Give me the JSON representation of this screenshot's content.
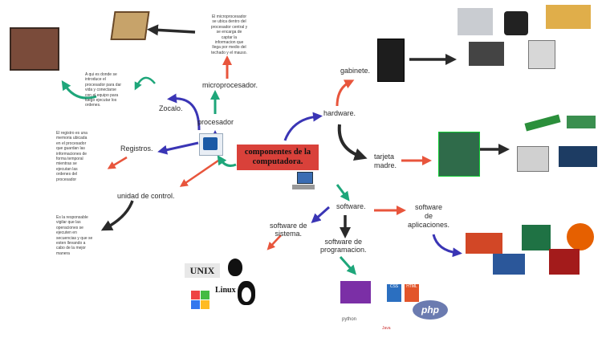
{
  "title": "componentes de la computadora.",
  "nodes": {
    "procesador": "procesador",
    "microprocesador": "microprocesador.",
    "zocalo": "Zocalo.",
    "registros": "Registros.",
    "unidad_control": "unidad de control.",
    "hardware": "hardware.",
    "gabinete": "gabinete.",
    "tarjeta_madre": "tarjeta\nmadre.",
    "software": "software.",
    "software_sistema": "software de\nsistema.",
    "software_programacion": "software de\nprogramacion.",
    "software_aplicaciones": "software\nde\naplicaciones."
  },
  "notes": {
    "microprocesador": "El microprocesador\nse ubica dentro del\nprocesador central y\nse encarga de\ncaptar la\ninformacion que\nllega por medio del\ntechado y el mauso.",
    "zocalo": "A qui es donde se\nintroduce el\nprocesador para dar\nvida y conectarse\ncon el equipo para\nluego ejecutar los\nordenes.",
    "registros": "El registro es una\nmemoria ubicada\nen el procesador\nque guardan las\ninformaciones de\nforma temporal\nmientras se\nejecutan las\nordenes del\nprocesador",
    "unidad_control": "Es la responsable\nvigilar que las\noperaciones se\nejecuten en\nsecuencias y que se\nesten llevando a\ncabo de la mejor\nmanera"
  },
  "logos": {
    "unix": "UNIX",
    "linux": "Linux",
    "php": "php",
    "python": "python",
    "java": "Java",
    "css": "CSS",
    "html": "HTML"
  },
  "colors": {
    "title_bg": "#d9413a",
    "arrow_blue": "#3a35b5",
    "arrow_red": "#e8553c",
    "arrow_green": "#1ea67a",
    "arrow_dark": "#2a2a2a"
  }
}
